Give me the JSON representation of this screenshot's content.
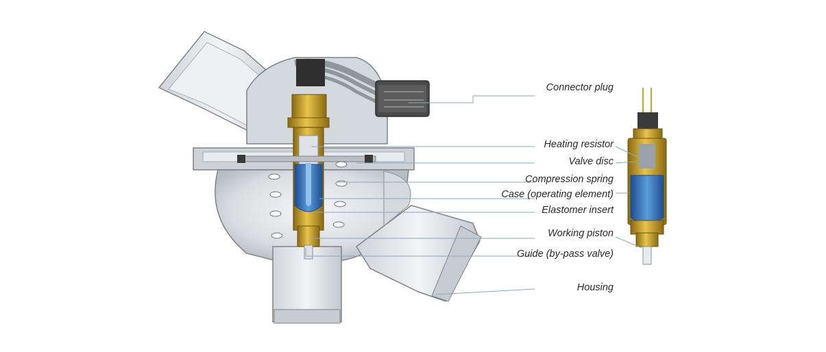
{
  "diagram": {
    "labels": [
      {
        "id": "connector-plug",
        "text": "Connector plug"
      },
      {
        "id": "heating-resistor",
        "text": "Heating resistor"
      },
      {
        "id": "valve-disc",
        "text": "Valve disc"
      },
      {
        "id": "compression-spring",
        "text": "Compression spring"
      },
      {
        "id": "case-operating-element",
        "text": "Case (operating element)"
      },
      {
        "id": "elastomer-insert",
        "text": "Elastomer insert"
      },
      {
        "id": "working-piston",
        "text": "Working piston"
      },
      {
        "id": "guide-bypass-valve",
        "text": "Guide (by-pass valve)"
      },
      {
        "id": "housing",
        "text": "Housing"
      }
    ],
    "colors": {
      "housing_light": "#e6e9ec",
      "housing_mid": "#c9ced3",
      "housing_dark": "#8a9096",
      "brass": "#c9a227",
      "brass_dark": "#8a6a12",
      "elastomer": "#2f6fb8",
      "elastomer_light": "#7fb3e6",
      "plug": "#4a4a4a",
      "leader": "#8aa6bf"
    }
  }
}
